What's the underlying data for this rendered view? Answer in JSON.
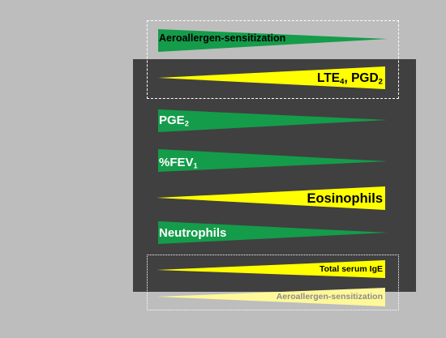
{
  "colors": {
    "background": "#bdbdbd",
    "panel": "#404040",
    "green": "#149c4a",
    "yellow": "#ffff00",
    "pale_yellow": "#fff899",
    "dashed_border": "#ffffff"
  },
  "wedges": [
    {
      "key": "aero_top",
      "direction": "left-wide",
      "color": "#149c4a"
    },
    {
      "key": "lte_pgd",
      "direction": "right-wide",
      "color": "#ffff00"
    },
    {
      "key": "pge",
      "direction": "left-wide",
      "color": "#149c4a"
    },
    {
      "key": "fev",
      "direction": "left-wide",
      "color": "#149c4a"
    },
    {
      "key": "eos",
      "direction": "right-wide",
      "color": "#ffff00"
    },
    {
      "key": "neu",
      "direction": "left-wide",
      "color": "#149c4a"
    },
    {
      "key": "ige",
      "direction": "right-wide",
      "color": "#ffff00"
    },
    {
      "key": "aero_bot",
      "direction": "right-wide",
      "color": "#fff899"
    }
  ],
  "labels": {
    "aero_top": "Aeroallergen-sensitization",
    "lte_main": "LTE",
    "lte_sub": "4",
    "lte_mid": ", PGD",
    "pgd_sub": "2",
    "pge_main": "PGE",
    "pge_sub": "2",
    "fev_main": "%FEV",
    "fev_sub": "1",
    "eos": "Eosinophils",
    "neu": "Neutrophils",
    "ige": "Total serum IgE",
    "aero_bot": "Aeroallergen-sensitization"
  }
}
